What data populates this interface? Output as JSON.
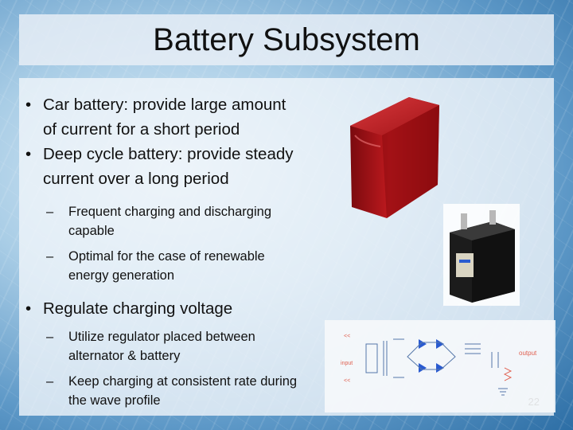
{
  "slide": {
    "title": "Battery Subsystem",
    "bullets": [
      {
        "text": "Car battery: provide large amount of current for a short period",
        "lines": [
          "Car battery: provide large amount",
          "of current for a short period"
        ]
      },
      {
        "text": "Deep cycle battery: provide steady current over a long period",
        "lines": [
          "Deep cycle battery: provide steady",
          "current over a long period"
        ]
      }
    ],
    "sub_bullets_1": [
      {
        "lines": [
          "Frequent charging and discharging",
          "capable"
        ]
      },
      {
        "lines": [
          "Optimal for the case of renewable",
          "energy generation"
        ]
      }
    ],
    "bullet_3": "Regulate charging voltage",
    "sub_bullets_2": [
      {
        "lines": [
          "Utilize regulator placed between",
          "alternator & battery"
        ]
      },
      {
        "lines": [
          "Keep charging at consistent rate during",
          "the wave profile"
        ]
      }
    ],
    "page_number": "22",
    "bullet_glyph": "•",
    "dash_glyph": "–"
  },
  "circuit": {
    "output_label": "output",
    "input_label": "input"
  },
  "colors": {
    "battery_red": "#b5161c",
    "diode_blue": "#2a5bd0"
  }
}
